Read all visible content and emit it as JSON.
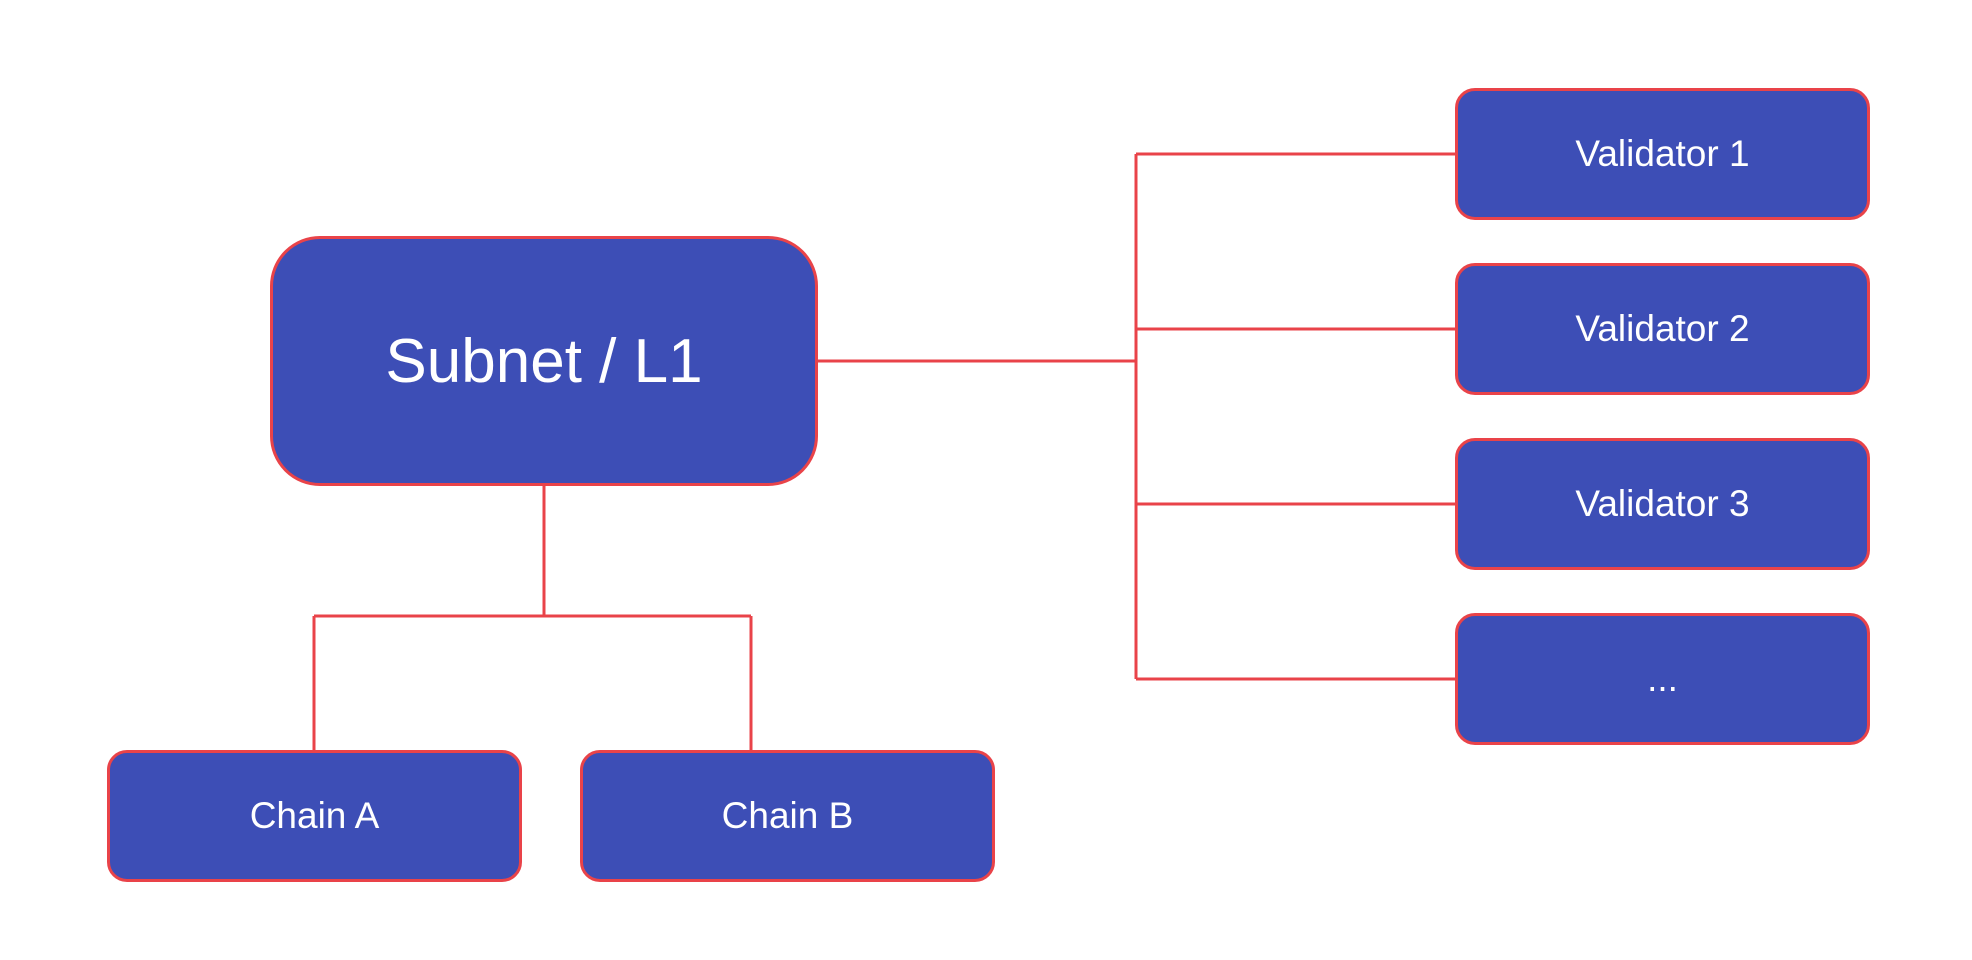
{
  "diagram": {
    "root": {
      "label": "Subnet / L1"
    },
    "validators": [
      {
        "label": "Validator 1"
      },
      {
        "label": "Validator 2"
      },
      {
        "label": "Validator 3"
      },
      {
        "label": "..."
      }
    ],
    "chains": [
      {
        "label": "Chain A"
      },
      {
        "label": "Chain B"
      }
    ]
  },
  "colors": {
    "node_fill": "#3D4EB6",
    "connector": "#E94349",
    "node_text": "#FFFFFF",
    "background": "#FFFFFF"
  }
}
